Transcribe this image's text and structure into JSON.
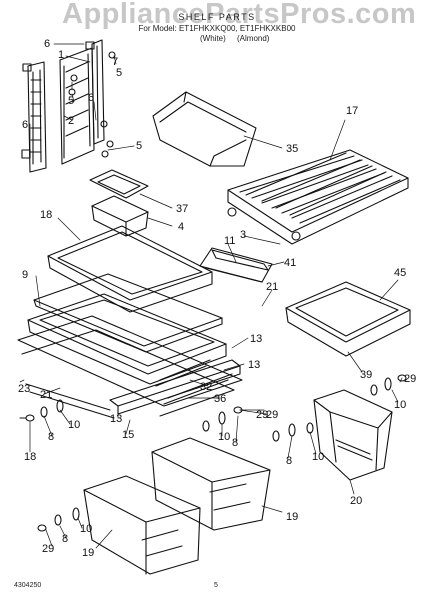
{
  "watermark": "AppliancePartsPros.com",
  "header": {
    "title": "SHELF PARTS",
    "subtitle": "For Model: ET1FHKXKQ00, ET1FHKXKB00",
    "color_1": "(White)",
    "color_2": "(Almond)"
  },
  "footer": {
    "code": "4304250",
    "page": "5"
  },
  "callouts": [
    "6",
    "1",
    "5",
    "7",
    "5",
    "6",
    "2",
    "6",
    "5",
    "17",
    "35",
    "37",
    "4",
    "18",
    "11",
    "3",
    "41",
    "45",
    "9",
    "21",
    "13",
    "13",
    "39",
    "29",
    "32",
    "23",
    "21",
    "36",
    "29",
    "10",
    "10",
    "10",
    "13",
    "15",
    "8",
    "8",
    "8",
    "18",
    "29",
    "10",
    "20",
    "19",
    "29",
    "8",
    "10",
    "19"
  ]
}
